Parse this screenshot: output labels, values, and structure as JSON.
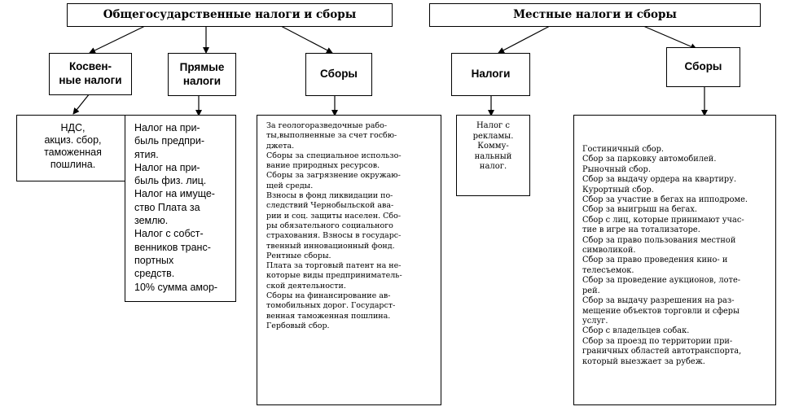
{
  "national": {
    "title": "Общегосударственные налоги и сборы",
    "categories": {
      "indirect": {
        "label_lines": [
          "Косвен-",
          "ные налоги"
        ]
      },
      "direct": {
        "label_lines": [
          "Прямые",
          "налоги"
        ]
      },
      "fees": {
        "label": "Сборы"
      }
    },
    "indirect_items": [
      "НДС,",
      "акциз. сбор,",
      "таможенная",
      "пошлина."
    ],
    "direct_items": [
      "Налог на при-",
      "быль предпри-",
      "ятия.",
      "Налог на при-",
      "быль физ. лиц.",
      "Налог на имуще-",
      "ство Плата за",
      "землю.",
      "Налог с собст-",
      "венников транс-",
      "портных",
      "средств.",
      "10% сумма амор-"
    ],
    "fees_items": [
      "За геологоразведочные рабо-",
      "ты,выполненные за счет госбю-",
      "джета.",
      "Сборы за специальное использо-",
      "вание природных ресурсов.",
      "Сборы за загрязнение окружаю-",
      "щей среды.",
      "Взносы в фонд ликвидации по-",
      "следствий Чернобыльской ава-",
      "рии и соц. защиты населен.  Сбо-",
      "ры обязательного социального",
      "страхования. Взносы в государс-",
      "твенный инновационный фонд.",
      "Рентные сборы.",
      "Плата за торговый патент на не-",
      "которые виды предприниматель-",
      "ской деятельности.",
      "Сборы  на финансирование ав-",
      "томобильных дорог. Государст-",
      "венная таможенная пошлина.",
      "Гербовый сбор."
    ]
  },
  "local": {
    "title": "Местные налоги и сборы",
    "categories": {
      "taxes": {
        "label": "Налоги"
      },
      "fees": {
        "label": "Сборы"
      }
    },
    "taxes_items": [
      "Налог с",
      "рекламы.",
      "Комму-",
      "нальный",
      "налог."
    ],
    "fees_items": [
      "Гостиничный сбор.",
      "Сбор за парковку автомобилей.",
      "Рыночный сбор.",
      "Сбор за выдачу  ордера на квартиру.",
      "Курортный сбор.",
      "Сбор за участие в бегах на ипподроме.",
      "Сбор за выигрыш на бегах.",
      "Сбор с лиц, которые принимают учас-",
      "тие в игре на тотализаторе.",
      "Сбор за право пользования местной",
      "символикой.",
      "Сбор за право проведения кино- и",
      "телесъемок.",
      "Сбор за проведение аукционов, лоте-",
      "рей.",
      "Сбор за выдачу разрешения на раз-",
      "мещение объектов торговли и сферы",
      "услуг.",
      "Сбор с владельцев собак.",
      "Сбор за проезд по территории при-",
      "граничных областей автотранспорта,",
      "который выезжает за рубеж."
    ]
  }
}
